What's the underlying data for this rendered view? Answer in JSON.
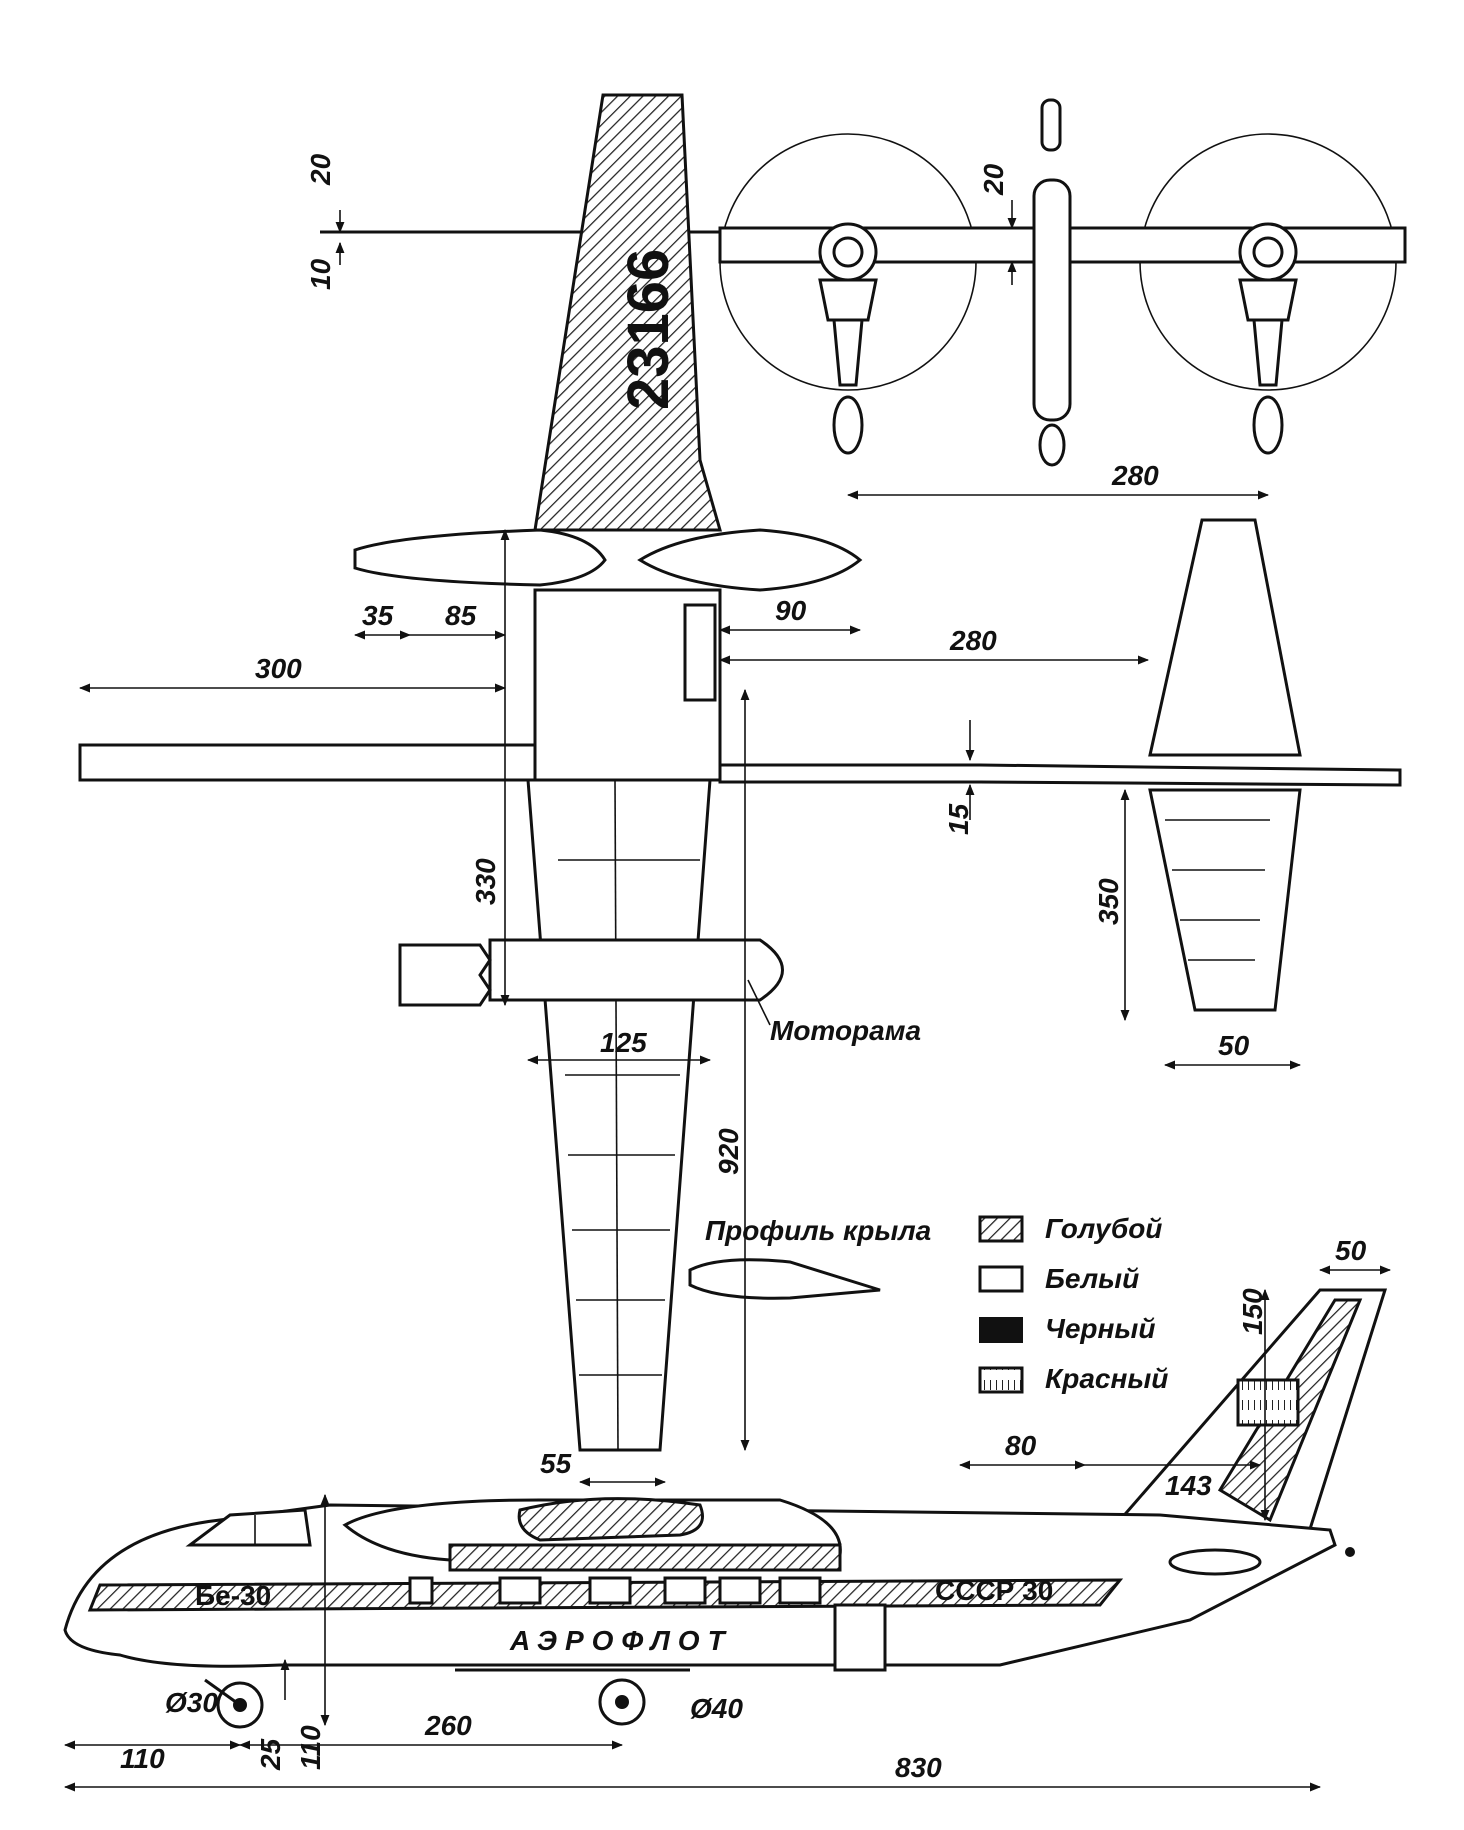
{
  "tail_number": "23166",
  "labels": {
    "motor_mount": "Моторама",
    "wing_profile": "Профиль крыла",
    "nose_text": "Бе-30",
    "fuselage_text": "СССР 30",
    "airline": "АЭРОФЛОТ"
  },
  "legend": [
    {
      "key": "blue",
      "label": "Голубой"
    },
    {
      "key": "white",
      "label": "Белый"
    },
    {
      "key": "black",
      "label": "Черный"
    },
    {
      "key": "red",
      "label": "Красный"
    }
  ],
  "dimensions": {
    "front_20": "20",
    "front_10": "10",
    "front_20b": "20",
    "front_280": "280",
    "nac_35": "35",
    "nac_85": "85",
    "nac_90": "90",
    "span_300": "300",
    "stab_280": "280",
    "fus_15": "15",
    "wing_330": "330",
    "wing_125": "125",
    "wing_920": "920",
    "wing_55": "55",
    "stab_350": "350",
    "stab_50": "50",
    "fin_50": "50",
    "fin_150": "150",
    "fin_80": "80",
    "fin_143": "143",
    "d30": "Ø30",
    "d40": "Ø40",
    "side_110": "110",
    "side_25": "25",
    "side_110b": "110",
    "side_260": "260",
    "side_830": "830"
  }
}
